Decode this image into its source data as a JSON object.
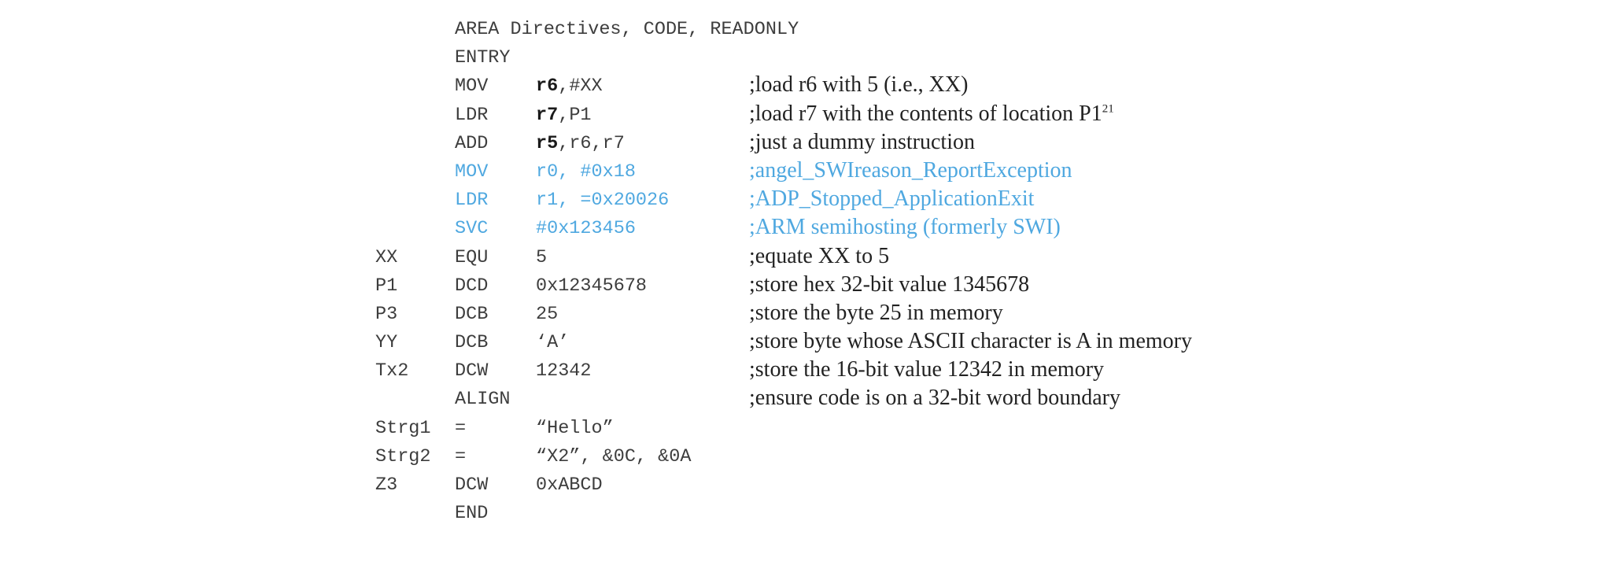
{
  "lines": [
    {
      "label": "",
      "op": "AREA Directives, CODE, READONLY",
      "reg": "",
      "args": "",
      "comment": ""
    },
    {
      "label": "",
      "op": "ENTRY",
      "reg": "",
      "args": "",
      "comment": ""
    },
    {
      "label": "",
      "op": "MOV",
      "reg": "r6",
      "args": ",#XX",
      "comment": ";load r6 with 5 (i.e., XX)"
    },
    {
      "label": "",
      "op": "LDR",
      "reg": "r7",
      "args": ",P1",
      "comment": ";load r7 with the contents of location P1",
      "footnote": "21"
    },
    {
      "label": "",
      "op": "ADD",
      "reg": "r5",
      "args": ",r6,r7",
      "comment": ";just a dummy instruction"
    },
    {
      "label": "",
      "op": "MOV",
      "reg": "",
      "args": "r0, #0x18",
      "comment": ";angel_SWIreason_ReportException"
    },
    {
      "label": "",
      "op": "LDR",
      "reg": "",
      "args": "r1, =0x20026",
      "comment": ";ADP_Stopped_ApplicationExit"
    },
    {
      "label": "",
      "op": "SVC",
      "reg": "",
      "args": "#0x123456",
      "comment": ";ARM semihosting (formerly SWI)"
    },
    {
      "label": "XX",
      "op": "EQU",
      "reg": "",
      "args": "5",
      "comment": ";equate XX to 5"
    },
    {
      "label": "P1",
      "op": "DCD",
      "reg": "",
      "args": "0x12345678",
      "comment": ";store hex 32-bit value 1345678"
    },
    {
      "label": "P3",
      "op": "DCB",
      "reg": "",
      "args": "25",
      "comment": ";store the byte 25 in memory"
    },
    {
      "label": "YY",
      "op": "DCB",
      "reg": "",
      "args": "‘A’",
      "comment": ";store byte whose ASCII character is A in memory"
    },
    {
      "label": "Tx2",
      "op": "DCW",
      "reg": "",
      "args": "12342",
      "comment": ";store the 16-bit value 12342 in memory"
    },
    {
      "label": "",
      "op": "ALIGN",
      "reg": "",
      "args": "",
      "comment": ";ensure code is on a 32-bit word boundary"
    },
    {
      "label": "Strg1",
      "op": "=",
      "reg": "",
      "args": "“Hello”",
      "comment": ""
    },
    {
      "label": "Strg2",
      "op": "=",
      "reg": "",
      "args": "“X2”, &0C, &0A",
      "comment": ""
    },
    {
      "label": "Z3",
      "op": "DCW",
      "reg": "",
      "args": "0xABCD",
      "comment": ""
    },
    {
      "label": "",
      "op": "END",
      "reg": "",
      "args": "",
      "comment": ""
    }
  ],
  "colors": {
    "highlight": "#4fa8e0",
    "text": "#3d3d3d"
  }
}
